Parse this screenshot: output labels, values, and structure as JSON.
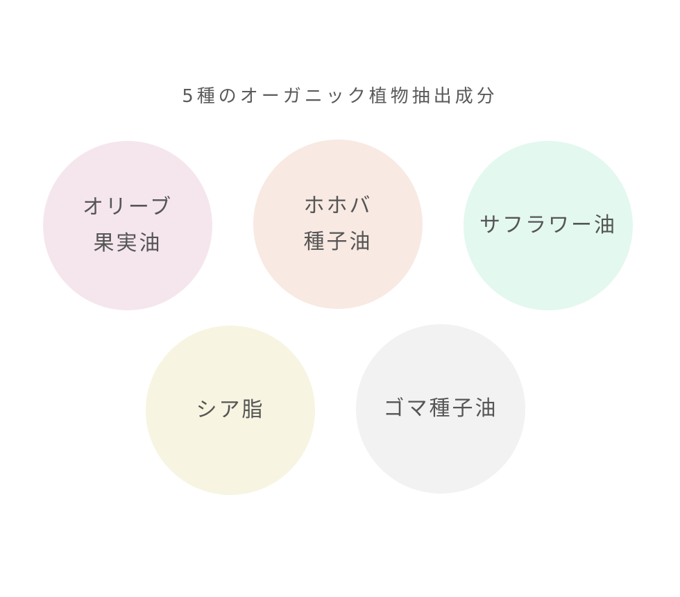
{
  "title": "5種のオーガニック植物抽出成分",
  "ingredients": [
    {
      "label": "オリーブ\n果実油",
      "color": "#f5e6ee"
    },
    {
      "label": "ホホバ\n種子油",
      "color": "#f8e9e2"
    },
    {
      "label": "サフラワー油",
      "color": "#e3f8ef"
    },
    {
      "label": "シア脂",
      "color": "#f7f4e1"
    },
    {
      "label": "ゴマ種子油",
      "color": "#f2f2f2"
    }
  ]
}
